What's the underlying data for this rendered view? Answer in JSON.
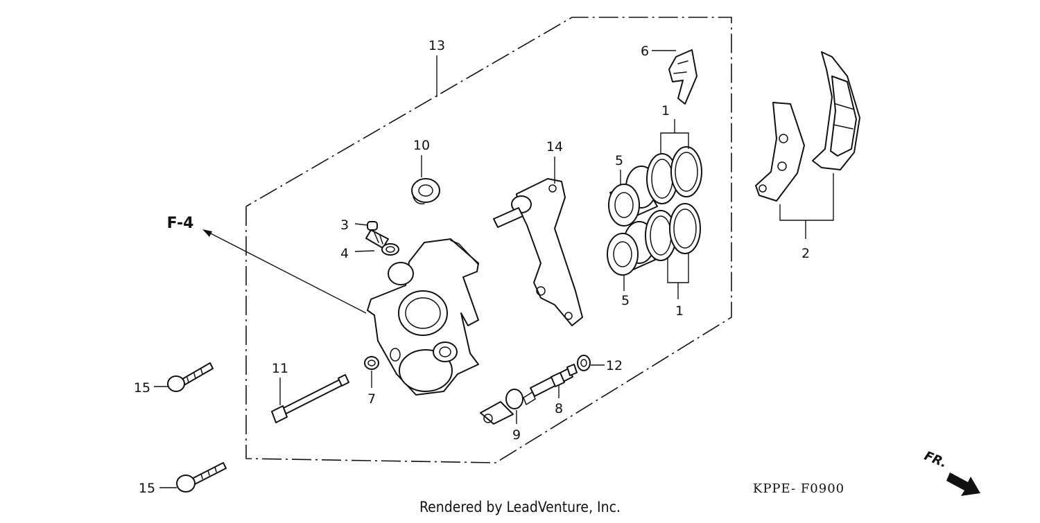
{
  "diagram": {
    "group_bracket_label": "13",
    "reference_label": "F-4",
    "callouts": {
      "piston_seal_upper": "1",
      "piston_seal_lower": "1",
      "pad_set": "2",
      "bleeder_screw": "3",
      "bleeder_cap": "4",
      "piston_upper": "5",
      "piston_lower": "5",
      "pad_spring": "6",
      "o_ring": "7",
      "pin_bolt_a": "8",
      "pin_bolt_b": "9",
      "boot": "10",
      "pad_pin": "11",
      "pin_boot": "12",
      "caliper_bracket": "14",
      "mounting_bolt_upper": "15",
      "mounting_bolt_lower": "15"
    },
    "diagram_code": "KPPE- F0900",
    "direction_label": "FR.",
    "credit": "Rendered by LeadVenture, Inc."
  }
}
